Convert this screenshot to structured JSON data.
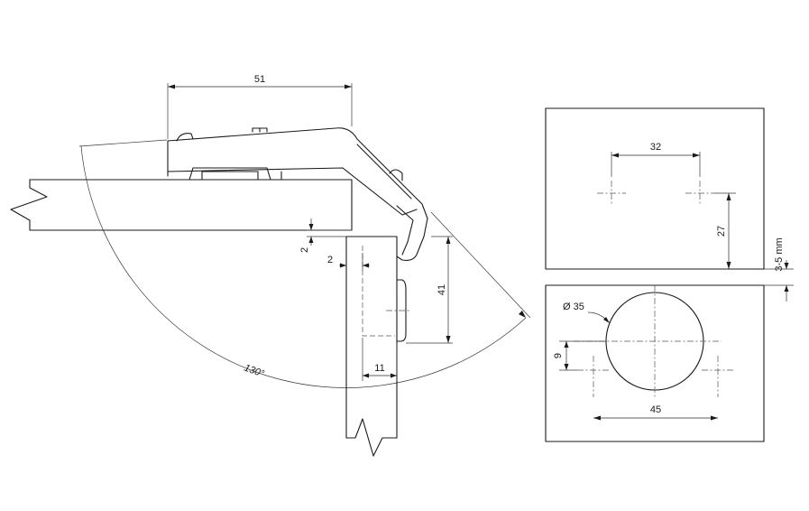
{
  "labels": {
    "width_51": "51",
    "gap_2_vertical": "2",
    "gap_2_horizontal": "2",
    "height_41": "41",
    "width_11": "11",
    "angle_130": "130°",
    "spacing_32": "32",
    "offset_27": "27",
    "overlay_range": "3-5 mm",
    "cup_diameter": "Ø 35",
    "offset_9": "9",
    "spacing_45": "45"
  }
}
